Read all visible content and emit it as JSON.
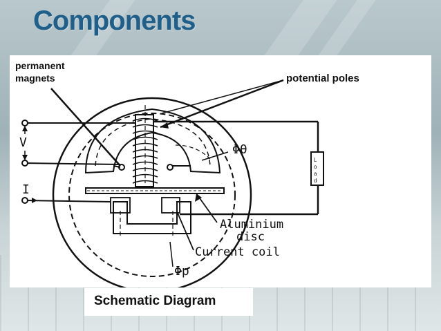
{
  "slide": {
    "title": "Components",
    "caption": "Schematic Diagram"
  },
  "diagram": {
    "labels": {
      "permanent_magnets_line1": "permanent",
      "permanent_magnets_line2": "magnets",
      "potential_poles": "potential poles",
      "voltage": "V",
      "current": "I",
      "phi_theta": "Φθ",
      "load": "Load",
      "aluminium_disc_line1": "Aluminium",
      "aluminium_disc_line2": "disc",
      "current_coil": "Current coil",
      "phi_p": "Φp"
    },
    "load_letters": [
      "L",
      "o",
      "a",
      "d"
    ]
  }
}
